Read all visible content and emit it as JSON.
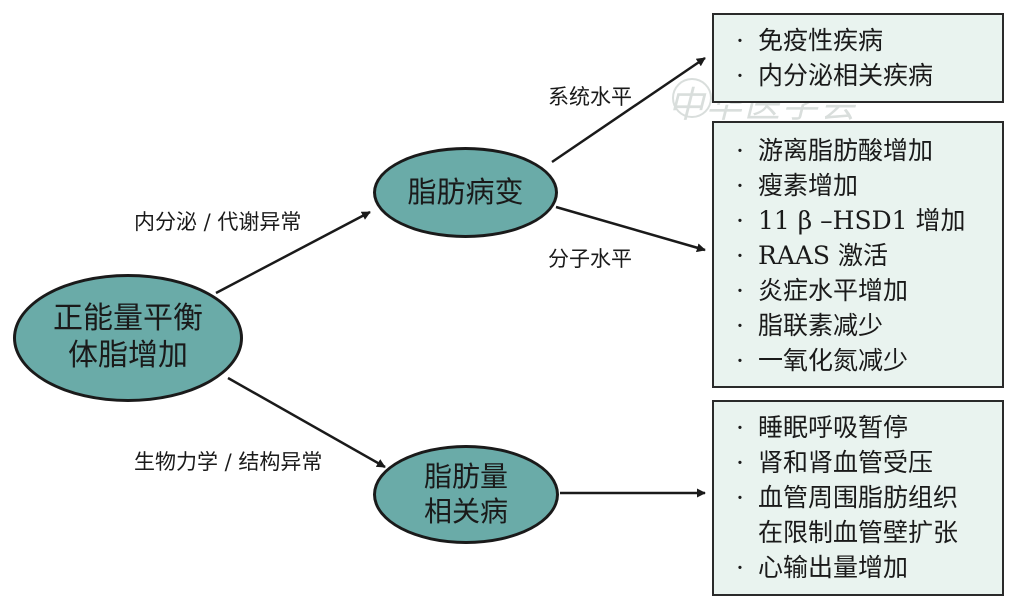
{
  "nodes": {
    "root": {
      "line1": "正能量平衡",
      "line2": "体脂增加"
    },
    "fat_disease": {
      "label": "脂肪病变"
    },
    "fat_mass": {
      "line1": "脂肪量",
      "line2": "相关病"
    }
  },
  "edges": {
    "endocrine_metabolic": "内分泌 / 代谢异常",
    "biomechanical_structural": "生物力学 / 结构异常",
    "systemic_level": "系统水平",
    "molecular_level": "分子水平"
  },
  "boxes": {
    "systemic": {
      "bullet": "·",
      "items": [
        "免疫性疾病",
        "内分泌相关疾病"
      ]
    },
    "molecular": {
      "bullet": "·",
      "items": [
        "游离脂肪酸增加",
        "瘦素增加",
        "11 β –HSD1 增加",
        "RAAS 激活",
        "炎症水平增加",
        "脂联素减少",
        "一氧化氮减少"
      ]
    },
    "mass": {
      "bullet": "·",
      "items": [
        "睡眠呼吸暂停",
        "肾和肾血管受压",
        "血管周围脂肪组织",
        "在限制血管壁扩张",
        "心输出量增加"
      ]
    }
  },
  "watermark": "中华医学会",
  "colors": {
    "node_fill": "#6aaba8",
    "box_fill": "#e9f3ef",
    "line": "#1a1a1a"
  }
}
